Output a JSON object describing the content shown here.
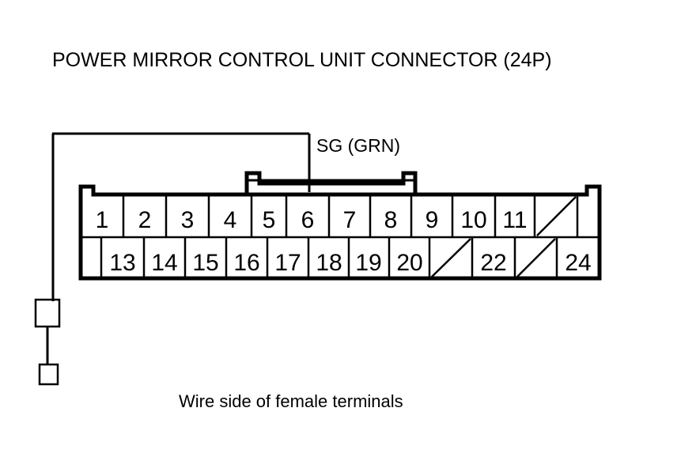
{
  "title": "POWER MIRROR CONTROL UNIT CONNECTOR (24P)",
  "caption": "Wire side of female terminals",
  "callout": {
    "label": "SG (GRN)",
    "pin": "5"
  },
  "connector": {
    "pin_count": "24P",
    "top_row": [
      {
        "number": "1",
        "blank": false
      },
      {
        "number": "2",
        "blank": false
      },
      {
        "number": "3",
        "blank": false
      },
      {
        "number": "4",
        "blank": false
      },
      {
        "number": "5",
        "blank": false
      },
      {
        "number": "6",
        "blank": false
      },
      {
        "number": "7",
        "blank": false
      },
      {
        "number": "8",
        "blank": false
      },
      {
        "number": "9",
        "blank": false
      },
      {
        "number": "10",
        "blank": false
      },
      {
        "number": "11",
        "blank": false
      },
      {
        "number": "",
        "blank": true
      }
    ],
    "bottom_row": [
      {
        "number": "13",
        "blank": false
      },
      {
        "number": "14",
        "blank": false
      },
      {
        "number": "15",
        "blank": false
      },
      {
        "number": "16",
        "blank": false
      },
      {
        "number": "17",
        "blank": false
      },
      {
        "number": "18",
        "blank": false
      },
      {
        "number": "19",
        "blank": false
      },
      {
        "number": "20",
        "blank": false
      },
      {
        "number": "",
        "blank": true
      },
      {
        "number": "22",
        "blank": false
      },
      {
        "number": "",
        "blank": true
      },
      {
        "number": "24",
        "blank": false
      }
    ]
  },
  "colors": {
    "ink": "#000000",
    "background": "#ffffff"
  }
}
